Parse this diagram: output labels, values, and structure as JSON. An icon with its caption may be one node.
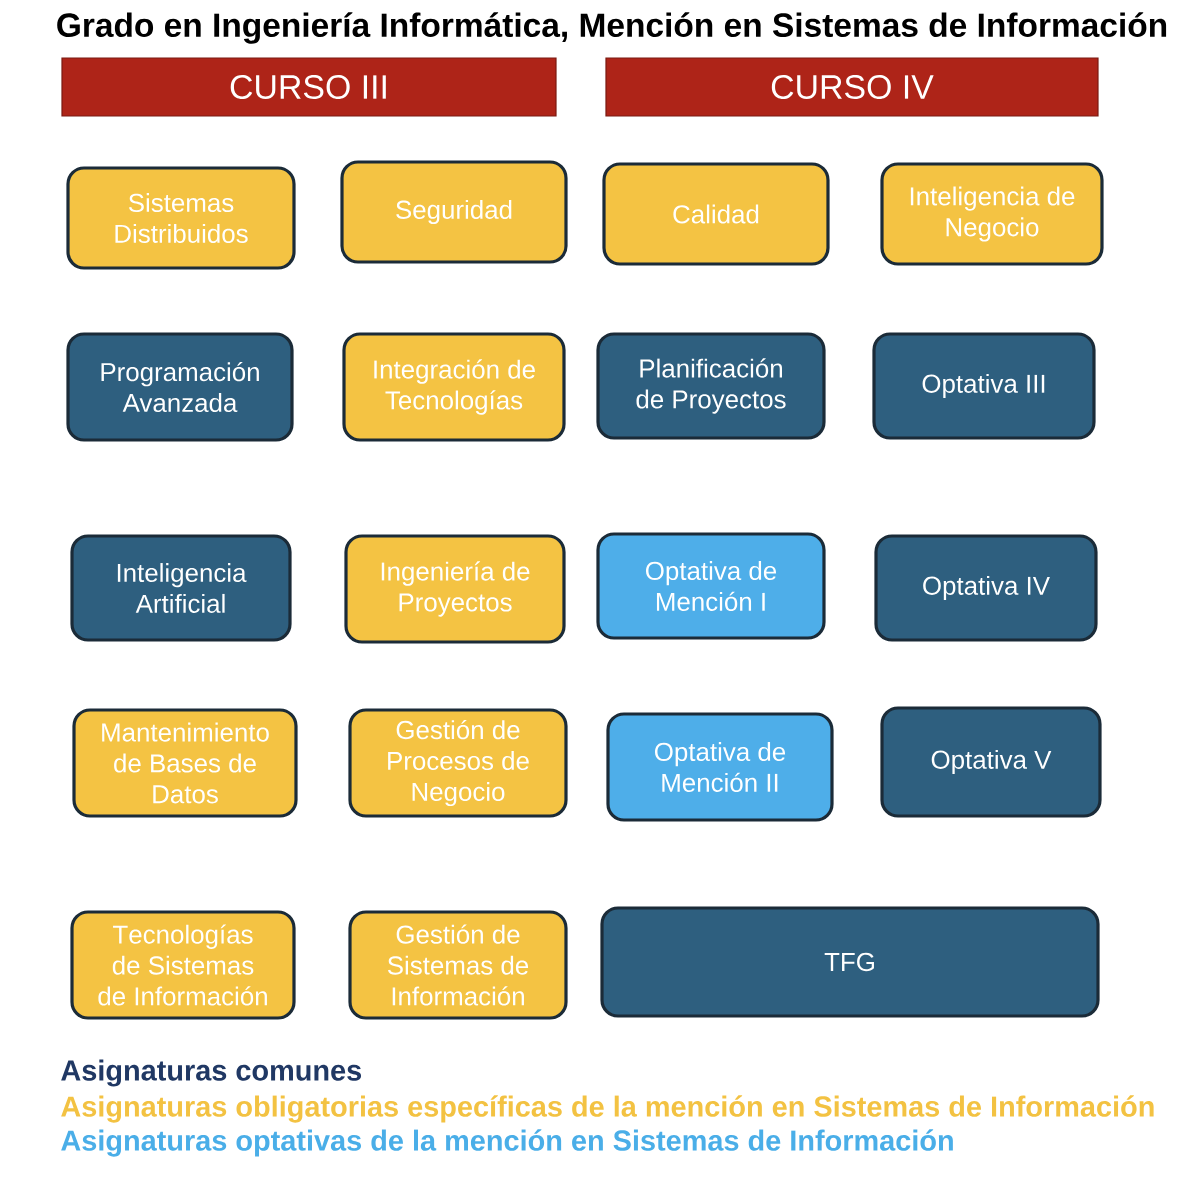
{
  "diagram": {
    "title": "Grado en Ingeniería Informática, Mención en Sistemas de Información",
    "nodes": [
      {
        "text": [
          "CURSO III"
        ]
      },
      {
        "text": [
          "CURSO IV"
        ]
      },
      {
        "text": [
          "Sistemas Distribuidos"
        ]
      },
      {
        "text": [
          "Seguridad"
        ]
      },
      {
        "text": [
          "Calidad"
        ]
      },
      {
        "text": [
          "Inteligencia de Negocio"
        ]
      },
      {
        "text": [
          "Programación Avanzada"
        ]
      },
      {
        "text": [
          "Integración de Tecnologías"
        ]
      },
      {
        "text": [
          "Planificación de Proyectos"
        ]
      },
      {
        "text": [
          "Optativa III"
        ]
      },
      {
        "text": [
          "Inteligencia Artificial"
        ]
      },
      {
        "text": [
          "Ingeniería de Proyectos"
        ]
      },
      {
        "text": [
          "Optativa de Mención I"
        ]
      },
      {
        "text": [
          "Optativa IV"
        ]
      },
      {
        "text": [
          "Mantenimiento de Bases de Datos"
        ]
      },
      {
        "text": [
          "Gestión de Procesos de Negocio"
        ]
      },
      {
        "text": [
          "Optativa de Mención II"
        ]
      },
      {
        "text": [
          "Optativa V"
        ]
      },
      {
        "text": [
          "Tecnologías de Sistemas de Información"
        ]
      },
      {
        "text": [
          "Gestión de Sistemas de Información"
        ]
      },
      {
        "text": [
          "TFG"
        ]
      }
    ],
    "legend": [
      {
        "text": "Asignaturas comunes",
        "color": "#203864"
      },
      {
        "text": "Asignaturas obligatorias específicas de la mención en Sistemas de Información",
        "color": "#f3c242"
      },
      {
        "text": "Asignaturas optativas de la mención en Sistemas de Información",
        "color": "#4aaee8"
      }
    ]
  }
}
